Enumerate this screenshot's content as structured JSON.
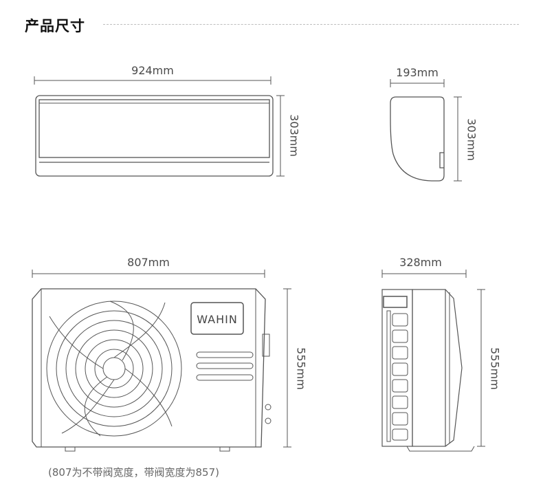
{
  "section_title": "产品尺寸",
  "indoor_unit": {
    "front_width": "924mm",
    "front_height": "303mm",
    "side_depth": "193mm",
    "side_height": "303mm"
  },
  "outdoor_unit": {
    "front_width": "807mm",
    "front_height": "555mm",
    "side_depth": "328mm",
    "side_height": "555mm",
    "brand": "WAHIN"
  },
  "note": "(807为不带阀宽度，带阀宽度为857)",
  "colors": {
    "line": "#555555",
    "dim_text": "#4a4a4a",
    "title": "#111111"
  }
}
